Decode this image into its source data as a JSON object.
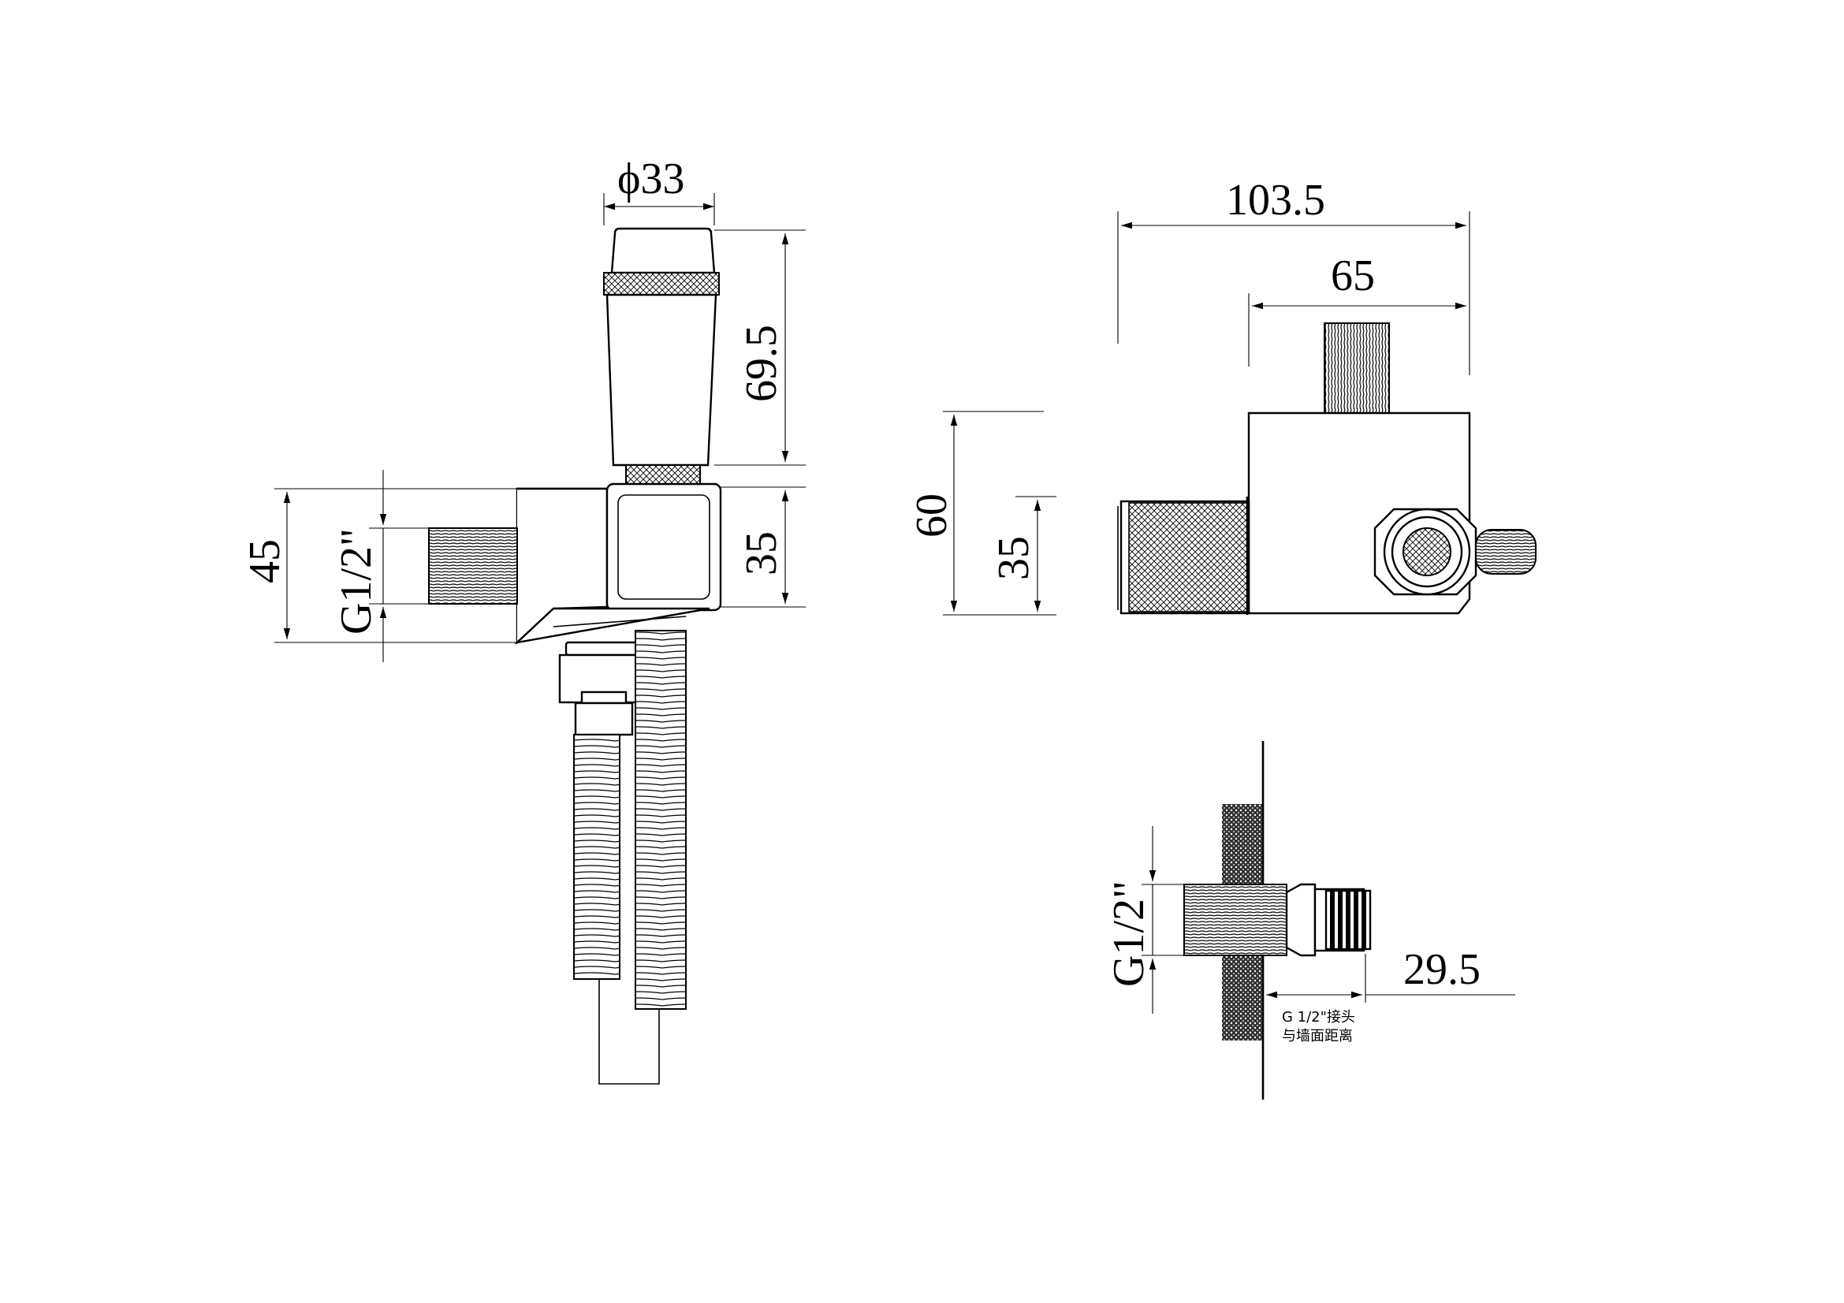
{
  "front_view": {
    "dim_diameter": "ϕ33",
    "dim_height_handset": "69.5",
    "dim_bracket": "35",
    "dim_overall_45": "45",
    "dim_thread": "G1/2\""
  },
  "top_view": {
    "dim_width_total": "103.5",
    "dim_width_body": "65",
    "dim_height_60": "60",
    "dim_height_35": "35"
  },
  "section_view": {
    "dim_thread": "G1/2\"",
    "dim_wall_distance": "29.5",
    "note_line1": "G 1/2\"接头",
    "note_line2": "与墙面距离"
  },
  "colors": {
    "line": "#000000",
    "background": "#ffffff"
  }
}
